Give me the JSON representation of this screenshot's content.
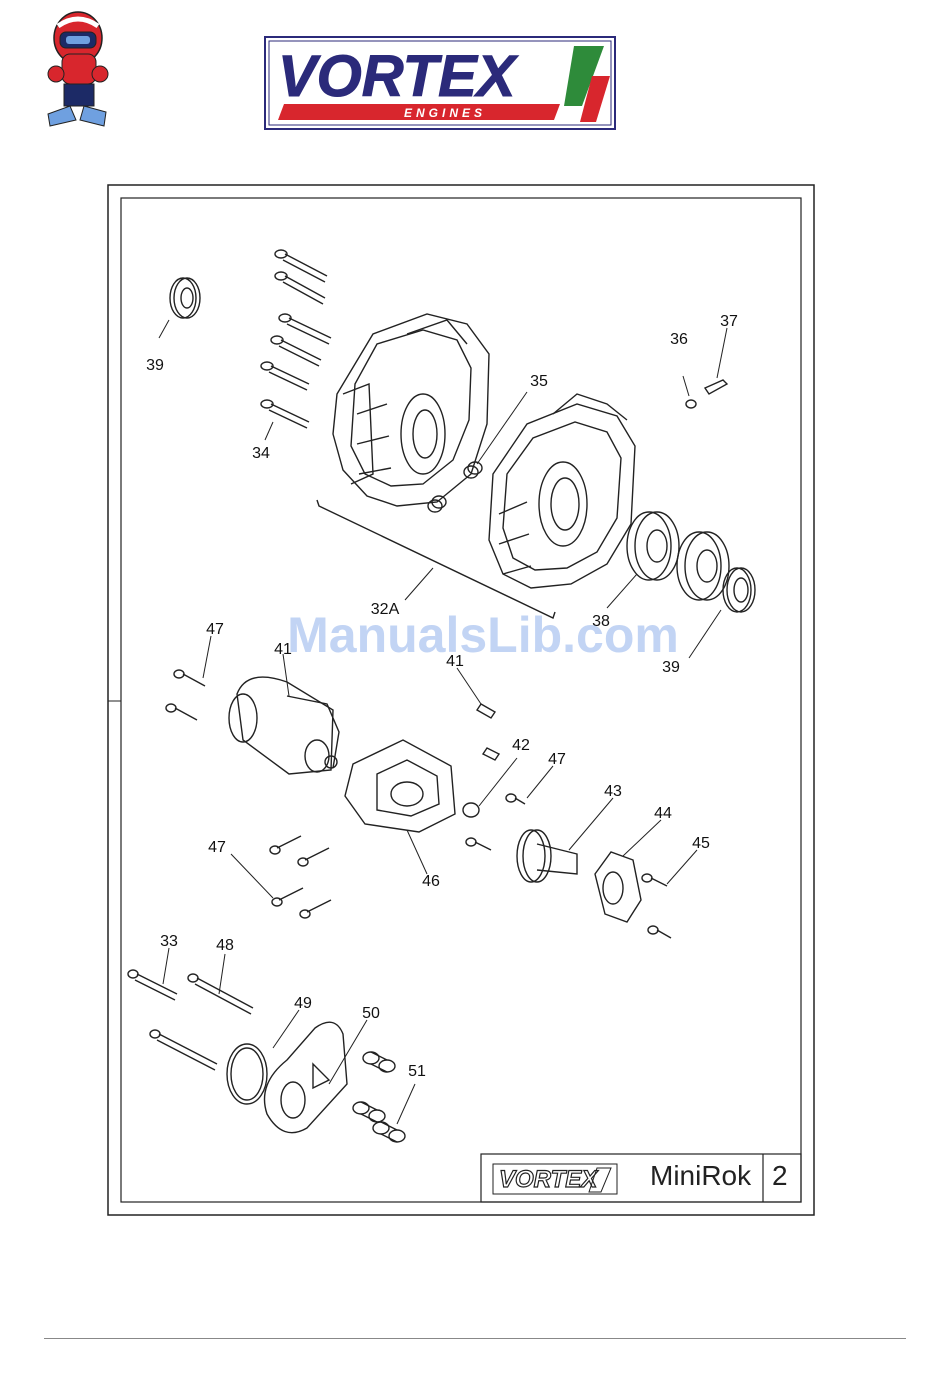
{
  "header": {
    "brand_main": "VORTEX",
    "brand_sub": "ENGINES",
    "colors": {
      "brand_blue": "#2b2a7a",
      "brand_red": "#d8262d",
      "brand_green": "#2e8b3a"
    }
  },
  "watermark": "ManualsLib.com",
  "title_block": {
    "brand": "VORTEX",
    "model": "MiniRok",
    "page": "2"
  },
  "callouts": [
    "39",
    "34",
    "35",
    "36",
    "37",
    "32A",
    "38",
    "39",
    "47",
    "41",
    "41",
    "42",
    "47",
    "43",
    "44",
    "45",
    "47",
    "46",
    "33",
    "48",
    "49",
    "50",
    "51"
  ]
}
